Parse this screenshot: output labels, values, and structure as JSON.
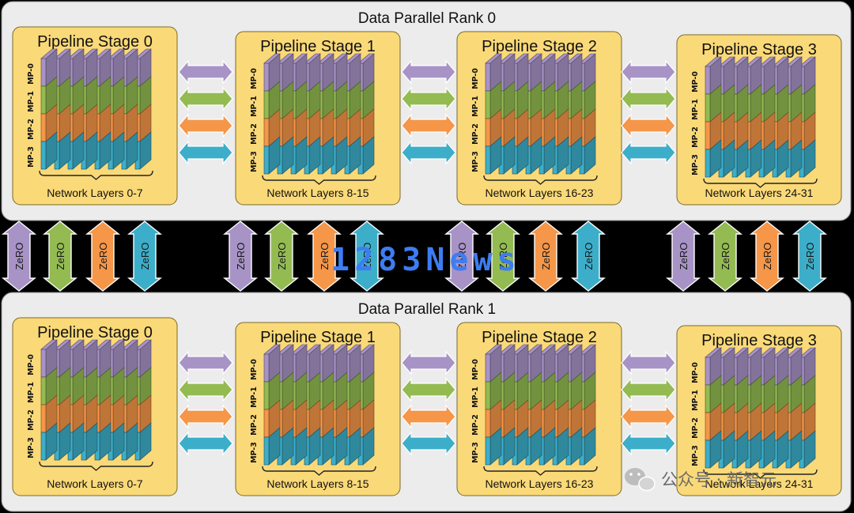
{
  "colors": {
    "mp0": "#a893c7",
    "mp1": "#93bb52",
    "mp2": "#f59648",
    "mp3": "#3daec9",
    "rank_bg": "#ececec",
    "stage_bg": "#fad978",
    "background": "#000000"
  },
  "ranks": [
    {
      "title": "Data Parallel Rank 0",
      "stages": [
        {
          "title": "Pipeline Stage 0",
          "layers": "Network Layers 0-7"
        },
        {
          "title": "Pipeline Stage 1",
          "layers": "Network Layers 8-15"
        },
        {
          "title": "Pipeline Stage 2",
          "layers": "Network Layers 16-23"
        },
        {
          "title": "Pipeline Stage 3",
          "layers": "Network Layers 24-31"
        }
      ]
    },
    {
      "title": "Data Parallel Rank 1",
      "stages": [
        {
          "title": "Pipeline Stage 0",
          "layers": "Network Layers 0-7"
        },
        {
          "title": "Pipeline Stage 1",
          "layers": "Network Layers 8-15"
        },
        {
          "title": "Pipeline Stage 2",
          "layers": "Network Layers 16-23"
        },
        {
          "title": "Pipeline Stage 3",
          "layers": "Network Layers 24-31"
        }
      ]
    }
  ],
  "mp_labels": [
    "MP-0",
    "MP-1",
    "MP-2",
    "MP-3"
  ],
  "zero_label": "ZeRO",
  "watermark": {
    "text": "1283News",
    "wechat_text": "公众号 · 新智元",
    "wechat_icon": "wechat-icon"
  }
}
